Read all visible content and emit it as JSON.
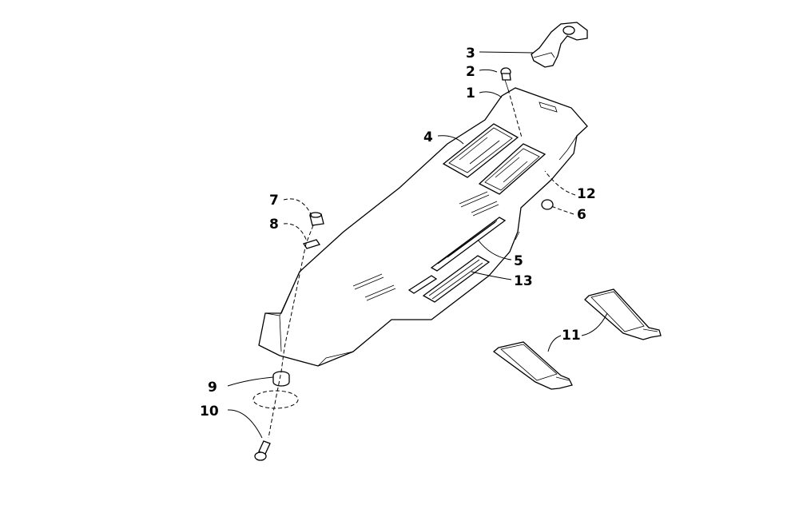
{
  "diagram": {
    "callouts": {
      "c1": "1",
      "c2": "2",
      "c3": "3",
      "c4": "4",
      "c5": "5",
      "c6": "6",
      "c7": "7",
      "c8": "8",
      "c9": "9",
      "c10": "10",
      "c11": "11",
      "c12": "12",
      "c13": "13"
    },
    "parts": [
      "skid-plate",
      "screw",
      "bracket",
      "decal",
      "decal-strip",
      "nut",
      "bushing",
      "washer",
      "spacer",
      "bolt",
      "traction-pad",
      "label"
    ]
  }
}
